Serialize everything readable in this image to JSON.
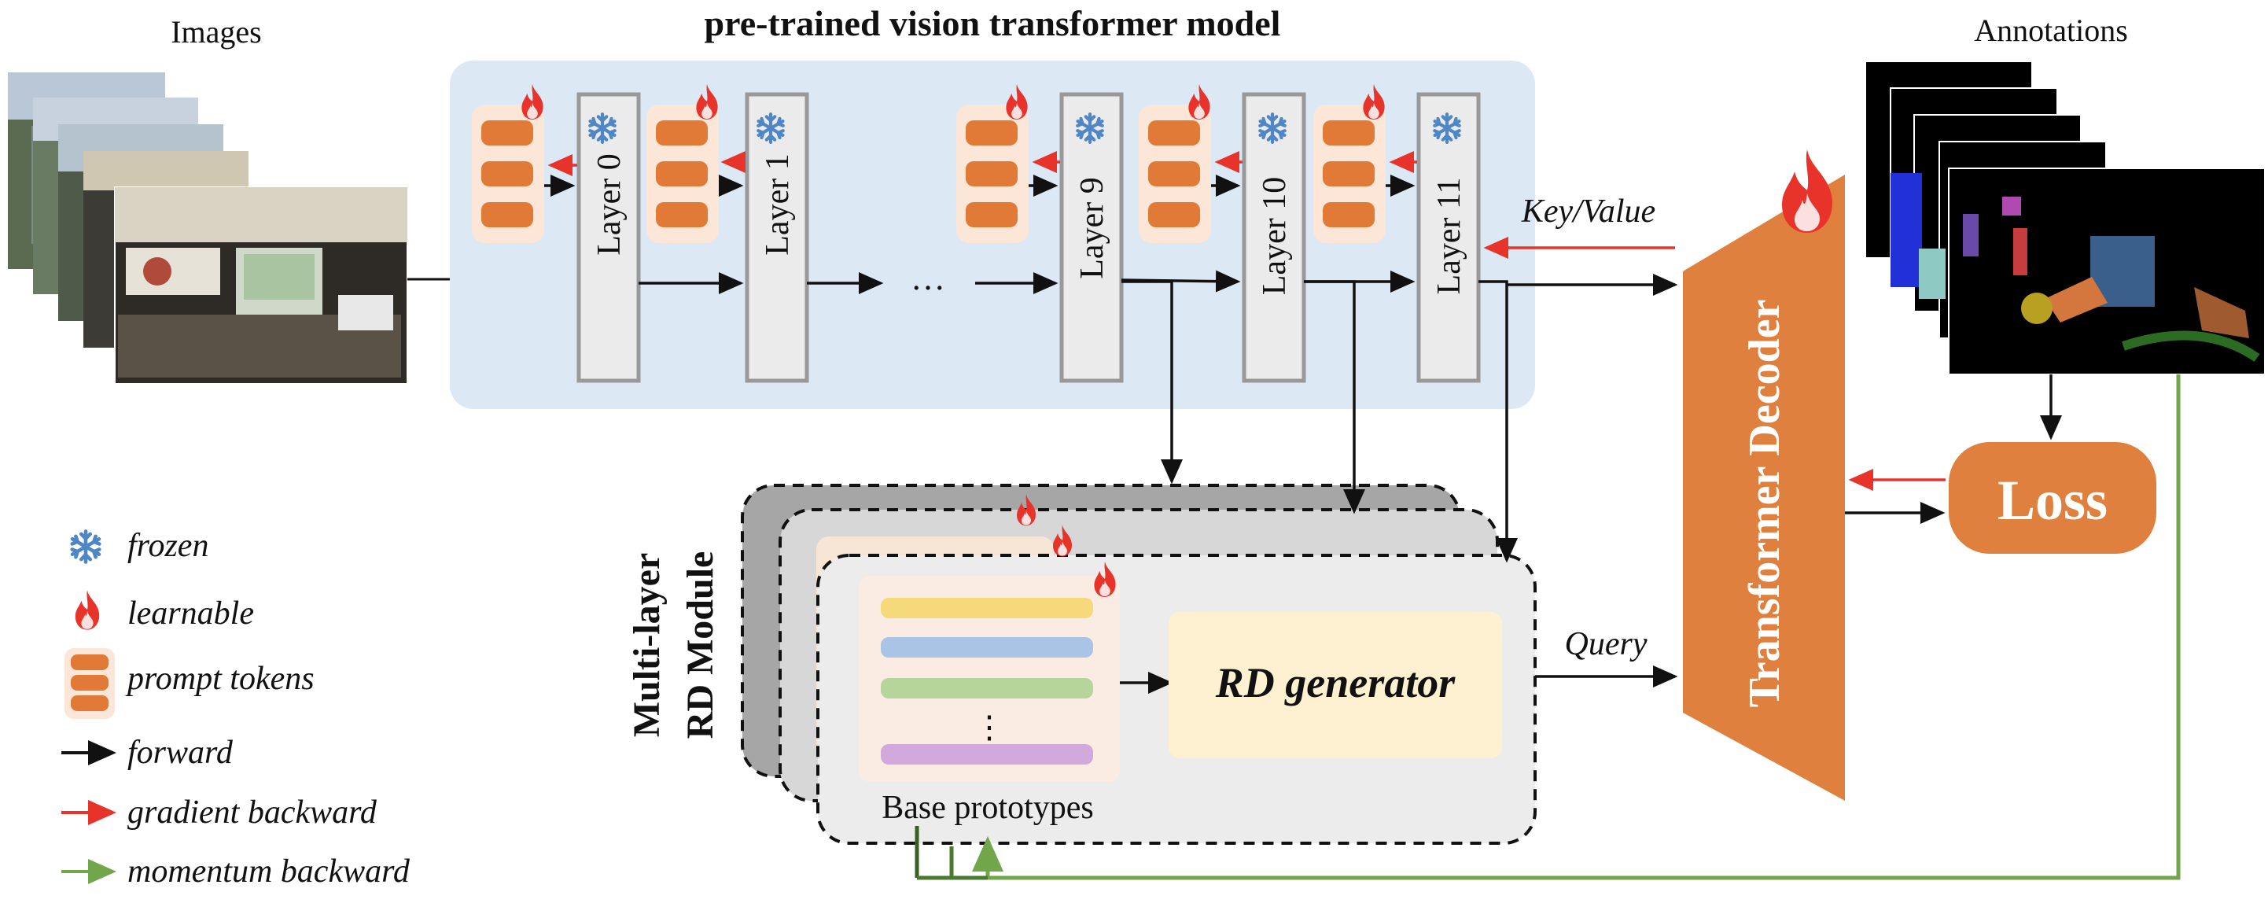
{
  "title": "pre-trained vision transformer model",
  "images_label": "Images",
  "annotations_label": "Annotations",
  "layers": [
    "Layer 0",
    "Layer 1",
    "Layer 9",
    "Layer 10",
    "Layer 11"
  ],
  "ellipsis": "…",
  "key_value_label": "Key/Value",
  "query_label": "Query",
  "decoder_label": "Transformer Decoder",
  "loss_label": "Loss",
  "module_label_line1": "Multi-layer",
  "module_label_line2": "RD Module",
  "rd_generator_label": "RD generator",
  "base_prototypes_label": "Base prototypes",
  "prototype_dots": "⋮",
  "legend": {
    "frozen": "frozen",
    "learnable": "learnable",
    "prompt_tokens": "prompt tokens",
    "forward": "forward",
    "gradient_backward": "gradient backward",
    "momentum_backward": "momentum backward"
  },
  "colors": {
    "vit_panel": "#dde8f5",
    "layer_fill": "#ebebeb",
    "layer_stroke": "#999999",
    "prompt_token": "#e07a36",
    "prompt_bg": "#fbe6d8",
    "decoder": "#e0803e",
    "loss": "#e0803e",
    "gradient_arrow": "#e8332b",
    "momentum_arrow": "#71a64b",
    "rd_generator_fill": "#fdf1d1",
    "proto_yellow": "#f6d97a",
    "proto_blue": "#a9c4e4",
    "proto_green": "#b5d59a",
    "proto_purple": "#d1a9da",
    "snowflake": "#4f86c6",
    "flame": "#e8332b"
  }
}
